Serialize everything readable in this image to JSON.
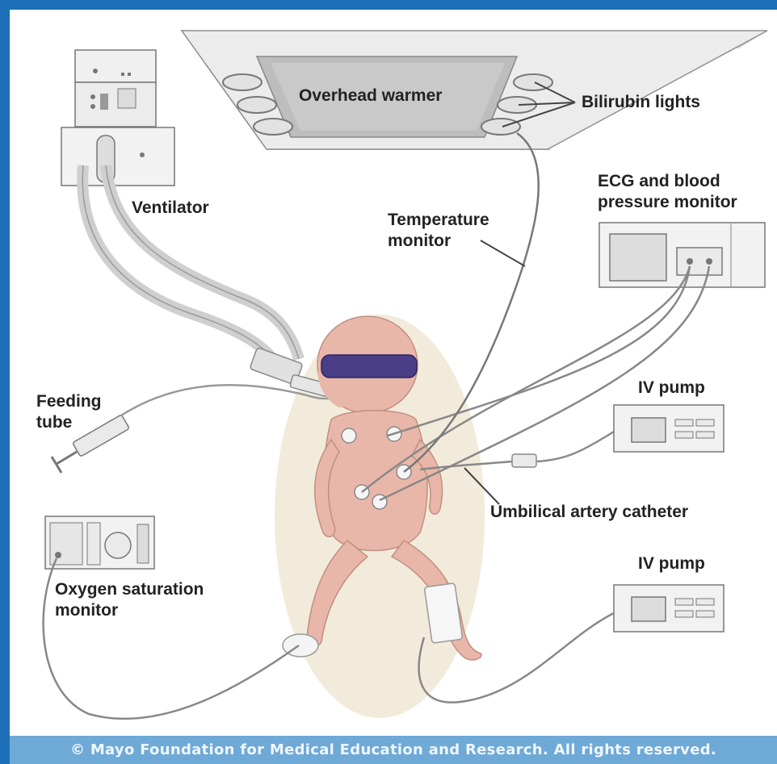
{
  "labels": {
    "overhead_warmer": "Overhead warmer",
    "bilirubin_lights": "Bilirubin lights",
    "ventilator": "Ventilator",
    "temperature_monitor": "Temperature\nmonitor",
    "ecg_monitor": "ECG and blood\npressure monitor",
    "feeding_tube": "Feeding\ntube",
    "iv_pump_top": "IV pump",
    "umbilical_catheter": "Umbilical artery catheter",
    "oxygen_monitor": "Oxygen saturation\nmonitor",
    "iv_pump_bottom": "IV pump"
  },
  "footer": {
    "copyright": "© Mayo Foundation for Medical Education and Research.  All rights reserved."
  },
  "colors": {
    "frame": "#1d6fb8",
    "footer_bg": "#6fa9d6",
    "eye_mask": "#4a3f86",
    "skin": "#e9b7a9"
  }
}
